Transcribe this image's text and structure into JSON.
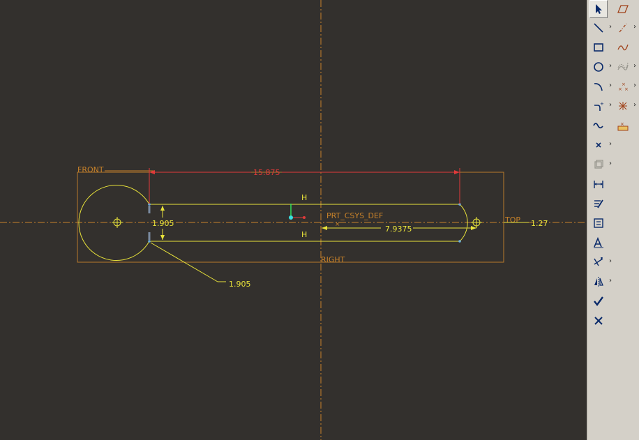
{
  "sketch": {
    "datums": {
      "front": "FRONT",
      "top": "TOP",
      "right": "RIGHT",
      "csys": "PRT_CSYS_DEF"
    },
    "dimensions": {
      "length": "15.875",
      "half_length": "7.9375",
      "left_width": "1.905",
      "right_offset": "1.27",
      "radius": "1.905"
    },
    "constraints": {
      "h_top": "H",
      "h_bottom": "H"
    },
    "colors": {
      "background": "#33302d",
      "geometry": "#e8e23a",
      "datum": "#c8822a",
      "strong_dim": "#e03a3a",
      "weak_dim": "#e8e23a"
    }
  },
  "toolbar": {
    "tools": [
      {
        "name": "select-arrow-icon",
        "row": 0,
        "col": 0
      },
      {
        "name": "plane-icon",
        "row": 0,
        "col": 1
      },
      {
        "name": "line-icon",
        "row": 1,
        "col": 0
      },
      {
        "name": "centerline-icon",
        "row": 1,
        "col": 1
      },
      {
        "name": "rectangle-icon",
        "row": 2,
        "col": 0
      },
      {
        "name": "spline-datum-curve-icon",
        "row": 2,
        "col": 1
      },
      {
        "name": "circle-icon",
        "row": 3,
        "col": 0
      },
      {
        "name": "offset-curve-icon",
        "row": 3,
        "col": 1
      },
      {
        "name": "arc-icon",
        "row": 4,
        "col": 0
      },
      {
        "name": "datum-points-icon",
        "row": 4,
        "col": 1
      },
      {
        "name": "fillet-icon",
        "row": 5,
        "col": 0
      },
      {
        "name": "coordinate-system-icon",
        "row": 5,
        "col": 1
      },
      {
        "name": "spline-icon",
        "row": 6,
        "col": 0
      },
      {
        "name": "palette-icon",
        "row": 6,
        "col": 1
      },
      {
        "name": "point-icon",
        "row": 7,
        "col": 0
      },
      {
        "name": "use-edge-icon",
        "row": 8,
        "col": 0
      },
      {
        "name": "dimension-icon",
        "row": 9,
        "col": 0
      },
      {
        "name": "modify-icon",
        "row": 10,
        "col": 0
      },
      {
        "name": "constraints-icon",
        "row": 11,
        "col": 0
      },
      {
        "name": "text-icon",
        "row": 12,
        "col": 0
      },
      {
        "name": "trim-icon",
        "row": 13,
        "col": 0
      },
      {
        "name": "mirror-icon",
        "row": 14,
        "col": 0
      },
      {
        "name": "done-check-icon",
        "row": 15,
        "col": 0
      },
      {
        "name": "cancel-x-icon",
        "row": 16,
        "col": 0
      }
    ]
  }
}
